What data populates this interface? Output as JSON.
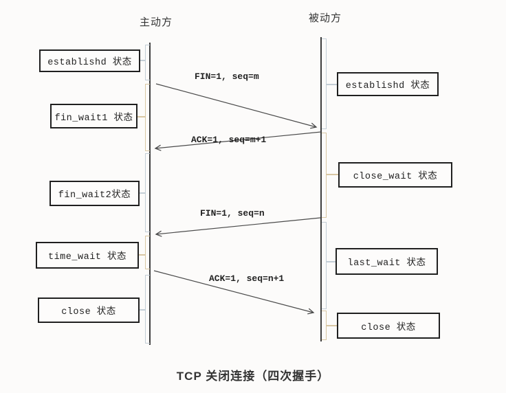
{
  "diagram": {
    "title": "TCP 关闭连接（四次握手）",
    "actors": {
      "left": "主动方",
      "right": "被动方"
    },
    "left_states": [
      {
        "label": "establishd 状态"
      },
      {
        "label": "fin_wait1 状态"
      },
      {
        "label": "fin_wait2状态"
      },
      {
        "label": "time_wait 状态"
      },
      {
        "label": "close 状态"
      }
    ],
    "right_states": [
      {
        "label": "establishd 状态"
      },
      {
        "label": "close_wait 状态"
      },
      {
        "label": "last_wait 状态"
      },
      {
        "label": "close 状态"
      }
    ],
    "messages": [
      {
        "label": "FIN=1, seq=m",
        "from": "主动方",
        "to": "被动方"
      },
      {
        "label": "ACK=1, seq=m+1",
        "from": "被动方",
        "to": "主动方"
      },
      {
        "label": "FIN=1, seq=n",
        "from": "被动方",
        "to": "主动方"
      },
      {
        "label": "ACK=1, seq=n+1",
        "from": "主动方",
        "to": "被动方"
      }
    ],
    "colors": {
      "activation_blue": "#c2cdd5",
      "activation_tan": "#d8c6a2",
      "box_border": "#1f1f1f",
      "lifeline": "#3c3c3c",
      "arrow": "#4a4a4a",
      "background": "#fcfbfa"
    }
  }
}
